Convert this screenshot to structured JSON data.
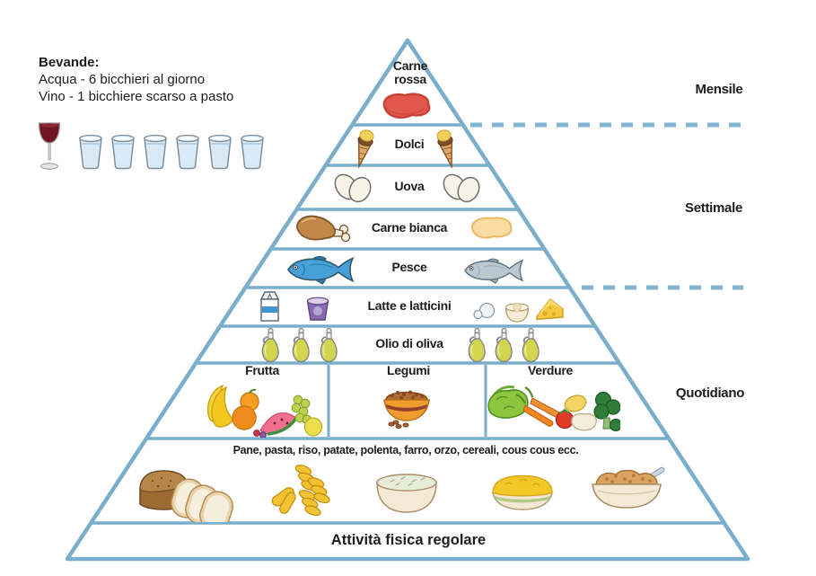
{
  "legend": {
    "title": "Bevande:",
    "water": "Acqua - 6 bicchieri al giorno",
    "wine": "Vino - 1 bicchiere scarso a pasto",
    "wine_glass_count": 1,
    "water_glass_count": 6
  },
  "frequency_labels": {
    "monthly": "Mensile",
    "weekly": "Settimale",
    "daily": "Quotidiano"
  },
  "pyramid": {
    "levels": [
      {
        "id": "carne-rossa",
        "label": "Carne rossa"
      },
      {
        "id": "dolci",
        "label": "Dolci"
      },
      {
        "id": "uova",
        "label": "Uova"
      },
      {
        "id": "carne-bianca",
        "label": "Carne bianca"
      },
      {
        "id": "pesce",
        "label": "Pesce"
      },
      {
        "id": "latte-latticini",
        "label": "Latte e latticini"
      },
      {
        "id": "olio-di-oliva",
        "label": "Olio di oliva"
      },
      {
        "id": "frutta",
        "label": "Frutta"
      },
      {
        "id": "legumi",
        "label": "Legumi"
      },
      {
        "id": "verdure",
        "label": "Verdure"
      },
      {
        "id": "cereali",
        "label": "Pane, pasta, riso, patate, polenta, farro, orzo, cereali, cous cous ecc."
      },
      {
        "id": "attivita-fisica",
        "label": "Attività fisica regolare"
      }
    ]
  },
  "icons": [
    "wine-glass",
    "water-glass",
    "red-meat",
    "ice-cream-cone",
    "eggs",
    "chicken-drumstick",
    "white-meat",
    "blue-fish",
    "gray-fish",
    "milk-carton",
    "yogurt-cup",
    "mozzarella",
    "cream-cup",
    "cheese-wedge",
    "olive-oil-cruet",
    "fruit-cluster",
    "legume-bowl",
    "vegetable-cluster",
    "bread",
    "pasta",
    "rice-bowl",
    "polenta-bowl",
    "cereal-bowl"
  ],
  "colors": {
    "outline_blue": "#7aaecb",
    "text": "#1d1d1b",
    "meat_red": "#e2574b",
    "fish_blue": "#47a0d8",
    "fish_gray": "#bcc8d0",
    "oil_yellow": "#d3d44f",
    "cheese_yellow": "#f6c83e"
  }
}
